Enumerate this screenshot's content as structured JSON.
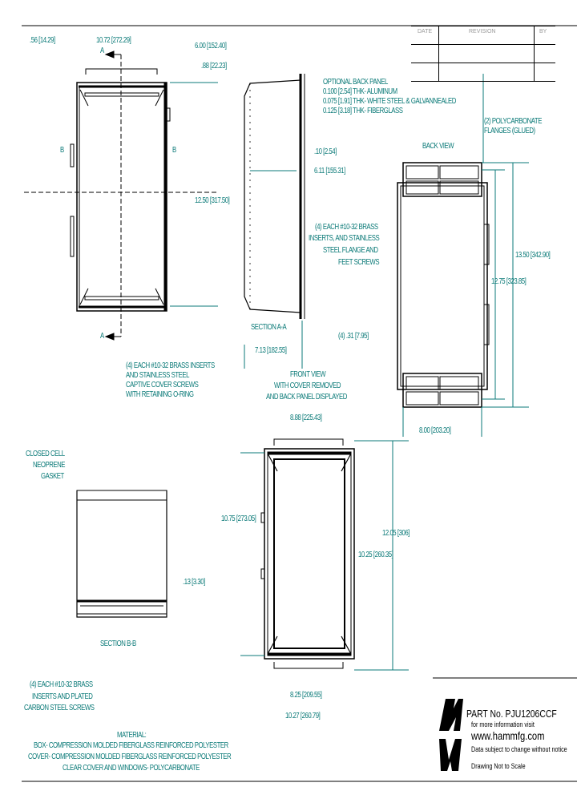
{
  "revision_block": {
    "headers": [
      "DATE",
      "REVISION",
      "BY"
    ],
    "rows": [
      [
        "",
        "",
        ""
      ],
      [
        "",
        "",
        ""
      ]
    ]
  },
  "dimensions": {
    "top_left_offset": ".56 [14.29]",
    "overall_width_front": "10.72 [272.29]",
    "depth_section": "6.00 [152.40]",
    "flange_depth": ".88 [22.23]",
    "panel_thickness": ".10 [2.54]",
    "inside_depth": "6.11 [155.31]",
    "overall_height_front": "12.50 [317.50]",
    "section_aa_width": "7.13 [182.55]",
    "back_overall_height": "13.50 [342.90]",
    "back_mount_height": "12.75 [323.85]",
    "mount_holes": "(4) .31 [7.95]",
    "back_mount_width": "8.00 [203.20]",
    "front2_flange_width": "8.88 [225.43]",
    "front2_height": "10.75 [273.05]",
    "front2_overall_height": "12.05 [306]",
    "front2_inner_height": "10.25 [260.35]",
    "gasket_offset": ".13 [3.30]",
    "front2_inner_width": "8.25 [209.55]",
    "front2_overall_width": "10.27 [260.79]"
  },
  "callouts": {
    "back_panel": [
      "OPTIONAL BACK PANEL",
      "0.100 [2.54] THK- ALUMINUM",
      "0.075 [1.91] THK- WHITE STEEL & GALVANNEALED",
      "0.125 [3.18] THK- FIBERGLASS"
    ],
    "flanges": [
      "(2) POLYCARBONATE",
      "FLANGES (GLUED)"
    ],
    "back_view": "BACK VIEW",
    "flange_screws": [
      "(4) EACH #10-32 BRASS",
      "INSERTS, AND STAINLESS",
      "STEEL FLANGE AND",
      "FEET SCREWS"
    ],
    "section_aa": "SECTION A-A",
    "cover_screws": [
      "(4) EACH #10-32 BRASS INSERTS",
      "AND STAINLESS STEEL",
      "CAPTIVE COVER SCREWS",
      "WITH RETAINING O-RING"
    ],
    "front_view": [
      "FRONT VIEW",
      "WITH COVER REMOVED",
      "AND BACK PANEL DISPLAYED"
    ],
    "gasket": [
      "CLOSED CELL",
      "NEOPRENE",
      "GASKET"
    ],
    "section_bb": "SECTION B-B",
    "panel_screws": [
      "(4) EACH #10-32 BRASS",
      "INSERTS AND PLATED",
      "CARBON STEEL SCREWS"
    ],
    "section_marks": {
      "a_top": "A",
      "a_bottom": "A",
      "b_left": "B",
      "b_right": "B"
    }
  },
  "material": {
    "title": "MATERIAL:",
    "lines": [
      "BOX- COMPRESSION MOLDED FIBERGLASS REINFORCED POLYESTER",
      "COVER- COMPRESSION MOLDED FIBERGLASS REINFORCED POLYESTER",
      "CLEAR COVER AND WINDOWS- POLYCARBONATE"
    ]
  },
  "title_block": {
    "logo": "HW",
    "part_no": "PART No. PJU1206CCF",
    "info": "for more information visit",
    "url": "www.hammfg.com",
    "disclaimer": "Data subject to change without notice",
    "scale_note": "Drawing Not to Scale"
  },
  "colors": {
    "annotation": "#0b7a78",
    "lines": "#000000"
  }
}
